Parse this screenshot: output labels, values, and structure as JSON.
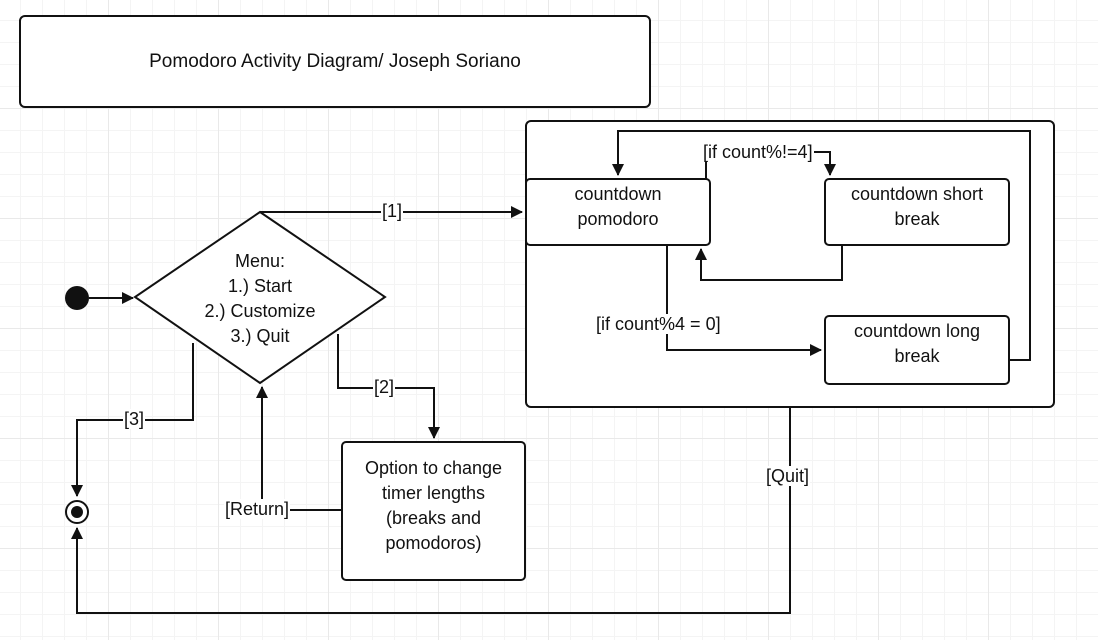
{
  "title": "Pomodoro Activity Diagram/ Joseph Soriano",
  "menu": {
    "heading": "Menu:",
    "options": [
      "1.) Start",
      "2.) Customize",
      "3.) Quit"
    ]
  },
  "states": {
    "countdown_pomodoro": [
      "countdown",
      "pomodoro"
    ],
    "countdown_short_break": [
      "countdown short",
      "break"
    ],
    "countdown_long_break": [
      "countdown long",
      "break"
    ],
    "customize_option": [
      "Option to change",
      "timer lengths",
      "(breaks and",
      "pomodoros)"
    ]
  },
  "edges": {
    "start": "[1]",
    "customize": "[2]",
    "quit_menu": "[3]",
    "return": "[Return]",
    "short_break_condition": "[if count%!=4]",
    "long_break_condition": "[if count%4 = 0]",
    "quit_timer": "[Quit]"
  },
  "colors": {
    "stroke": "#111111",
    "node_fill": "#ffffff",
    "grid": "#e9e9e9"
  }
}
